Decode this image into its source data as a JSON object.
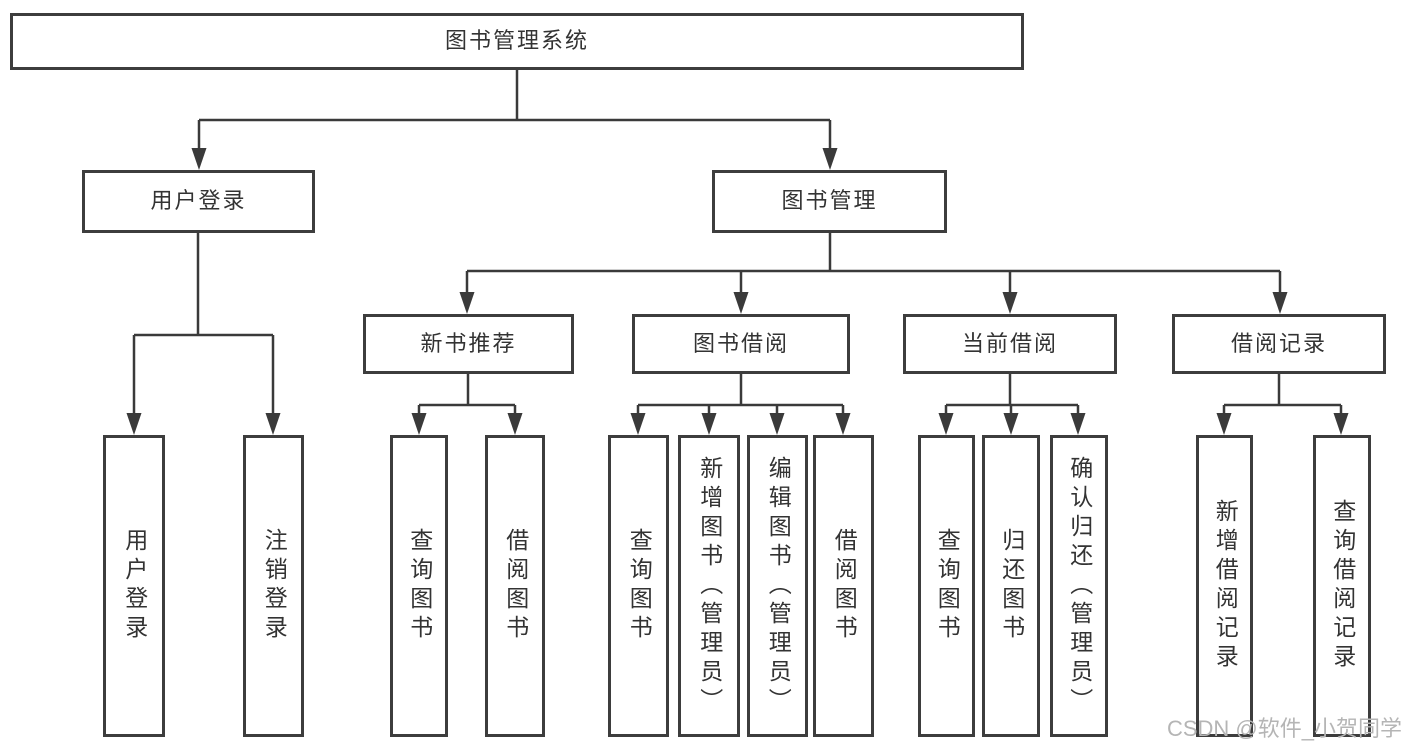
{
  "tree": {
    "label": "图书管理系统",
    "children": [
      {
        "label": "用户登录",
        "children": [
          {
            "label": "用户登录"
          },
          {
            "label": "注销登录"
          }
        ]
      },
      {
        "label": "图书管理",
        "children": [
          {
            "label": "新书推荐",
            "children": [
              {
                "label": "查询图书"
              },
              {
                "label": "借阅图书"
              }
            ]
          },
          {
            "label": "图书借阅",
            "children": [
              {
                "label": "查询图书"
              },
              {
                "label": "新增图书（管理员）"
              },
              {
                "label": "编辑图书（管理员）"
              },
              {
                "label": "借阅图书"
              }
            ]
          },
          {
            "label": "当前借阅",
            "children": [
              {
                "label": "查询图书"
              },
              {
                "label": "归还图书"
              },
              {
                "label": "确认归还（管理员）"
              }
            ]
          },
          {
            "label": "借阅记录",
            "children": [
              {
                "label": "新增借阅记录"
              },
              {
                "label": "查询借阅记录"
              }
            ]
          }
        ]
      }
    ]
  },
  "watermark": {
    "text": "CSDN @软件_小贺同学"
  },
  "colors": {
    "box_border": "#3d3d3d",
    "text": "#333333",
    "connector": "#3a3a3a",
    "watermark": "#b5b5b5",
    "background": "#ffffff"
  }
}
